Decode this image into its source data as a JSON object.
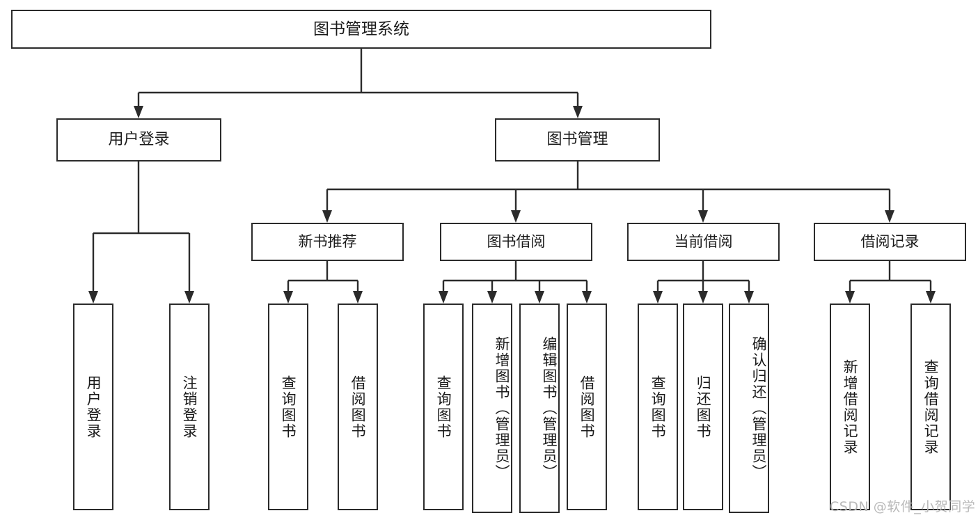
{
  "diagram": {
    "title": "图书管理系统",
    "type": "tree",
    "watermark": "CSDN @软件_小贺同学",
    "colors": {
      "stroke": "#2b2b2b",
      "box_fill": "#ffffff",
      "text": "#1a1a1a",
      "watermark": "#b9b9b9",
      "background": "#ffffff"
    },
    "root": {
      "label": "图书管理系统"
    },
    "level1": [
      {
        "label": "用户登录"
      },
      {
        "label": "图书管理"
      }
    ],
    "level2": [
      {
        "label": "新书推荐"
      },
      {
        "label": "图书借阅"
      },
      {
        "label": "当前借阅"
      },
      {
        "label": "借阅记录"
      }
    ],
    "leaves": {
      "user_login": [
        {
          "label": "用户登录"
        },
        {
          "label": "注销登录"
        }
      ],
      "new_book": [
        {
          "label": "查询图书"
        },
        {
          "label": "借阅图书"
        }
      ],
      "book_borrow": [
        {
          "label": "查询图书"
        },
        {
          "label": "新增图书（管理员）"
        },
        {
          "label": "编辑图书（管理员）"
        },
        {
          "label": "借阅图书"
        }
      ],
      "current_borrow": [
        {
          "label": "查询图书"
        },
        {
          "label": "归还图书"
        },
        {
          "label": "确认归还（管理员）"
        }
      ],
      "borrow_record": [
        {
          "label": "新增借阅记录"
        },
        {
          "label": "查询借阅记录"
        }
      ]
    }
  }
}
